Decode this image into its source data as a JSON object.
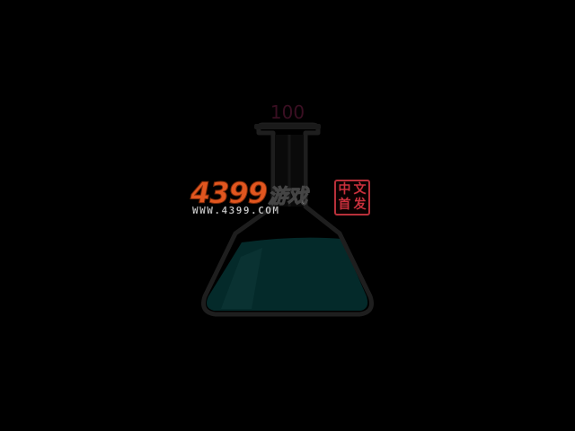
{
  "game": {
    "counter": "100",
    "logo": {
      "number_text": "4399",
      "chinese_text": "游戏",
      "url_text": "WWW.4399.COM",
      "seal_chars": [
        "中",
        "文",
        "首",
        "发"
      ]
    }
  },
  "colors": {
    "background": "#000000",
    "liquid": "#042a2a",
    "flask_outline": "#1e1e1e",
    "counter_text": "#3a0f22",
    "logo_orange": "#e1561f",
    "seal_red": "#c9303c"
  },
  "flask": {
    "liquid_level_percent": 55
  }
}
